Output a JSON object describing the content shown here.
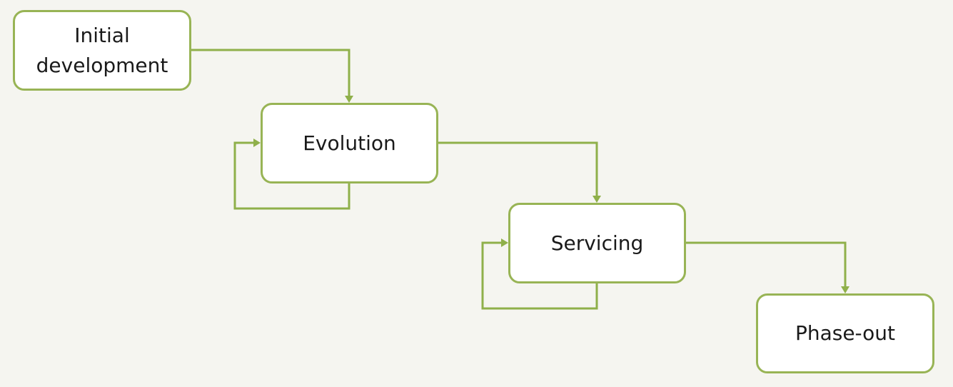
{
  "diagram": {
    "stroke_color": "#8fb04a",
    "box_border_color": "#98b455",
    "background_color": "#f5f5f0",
    "stages": [
      {
        "id": "initial-development",
        "label": "Initial development"
      },
      {
        "id": "evolution",
        "label": "Evolution"
      },
      {
        "id": "servicing",
        "label": "Servicing"
      },
      {
        "id": "phase-out",
        "label": "Phase-out"
      }
    ],
    "transitions": [
      {
        "from": "initial-development",
        "to": "evolution"
      },
      {
        "from": "evolution",
        "to": "evolution"
      },
      {
        "from": "evolution",
        "to": "servicing"
      },
      {
        "from": "servicing",
        "to": "servicing"
      },
      {
        "from": "servicing",
        "to": "phase-out"
      }
    ]
  }
}
